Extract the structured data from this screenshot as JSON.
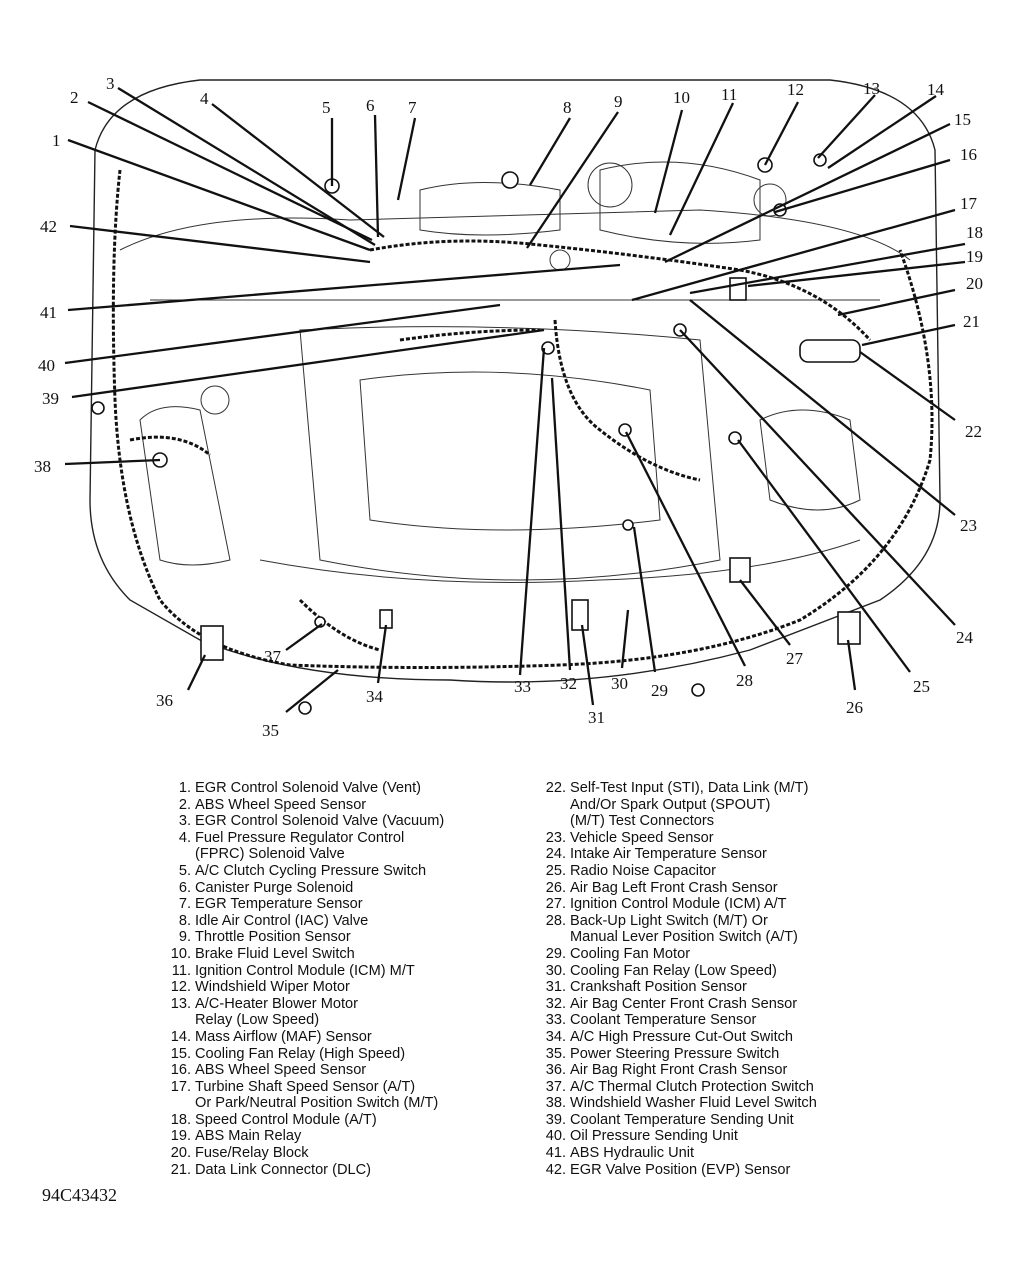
{
  "figure_id": "94C43432",
  "callouts": [
    {
      "n": "1",
      "label": "EGR Control Solenoid Valve (Vent)"
    },
    {
      "n": "2",
      "label": "ABS Wheel Speed Sensor"
    },
    {
      "n": "3",
      "label": "EGR Control Solenoid Valve (Vacuum)"
    },
    {
      "n": "4",
      "label": "Fuel Pressure Regulator Control\n(FPRC) Solenoid Valve"
    },
    {
      "n": "5",
      "label": "A/C Clutch Cycling Pressure Switch"
    },
    {
      "n": "6",
      "label": "Canister Purge Solenoid"
    },
    {
      "n": "7",
      "label": "EGR Temperature Sensor"
    },
    {
      "n": "8",
      "label": "Idle Air Control (IAC) Valve"
    },
    {
      "n": "9",
      "label": "Throttle Position Sensor"
    },
    {
      "n": "10",
      "label": "Brake Fluid Level Switch"
    },
    {
      "n": "11",
      "label": "Ignition Control Module (ICM) M/T"
    },
    {
      "n": "12",
      "label": "Windshield Wiper Motor"
    },
    {
      "n": "13",
      "label": "A/C-Heater Blower Motor\nRelay (Low Speed)"
    },
    {
      "n": "14",
      "label": "Mass Airflow (MAF) Sensor"
    },
    {
      "n": "15",
      "label": "Cooling Fan Relay (High Speed)"
    },
    {
      "n": "16",
      "label": "ABS Wheel Speed Sensor"
    },
    {
      "n": "17",
      "label": "Turbine Shaft Speed Sensor (A/T)\nOr Park/Neutral Position Switch (M/T)"
    },
    {
      "n": "18",
      "label": "Speed Control Module (A/T)"
    },
    {
      "n": "19",
      "label": "ABS Main Relay"
    },
    {
      "n": "20",
      "label": "Fuse/Relay Block"
    },
    {
      "n": "21",
      "label": "Data Link Connector (DLC)"
    },
    {
      "n": "22",
      "label": "Self-Test Input (STI), Data Link (M/T)\nAnd/Or Spark Output (SPOUT)\n(M/T) Test Connectors"
    },
    {
      "n": "23",
      "label": "Vehicle Speed Sensor"
    },
    {
      "n": "24",
      "label": "Intake Air Temperature Sensor"
    },
    {
      "n": "25",
      "label": "Radio Noise Capacitor"
    },
    {
      "n": "26",
      "label": "Air Bag Left Front Crash Sensor"
    },
    {
      "n": "27",
      "label": "Ignition Control Module (ICM) A/T"
    },
    {
      "n": "28",
      "label": "Back-Up Light Switch (M/T) Or\nManual Lever Position Switch (A/T)"
    },
    {
      "n": "29",
      "label": "Cooling Fan Motor"
    },
    {
      "n": "30",
      "label": "Cooling Fan Relay (Low Speed)"
    },
    {
      "n": "31",
      "label": "Crankshaft Position Sensor"
    },
    {
      "n": "32",
      "label": "Air Bag Center Front Crash Sensor"
    },
    {
      "n": "33",
      "label": "Coolant Temperature Sensor"
    },
    {
      "n": "34",
      "label": "A/C High Pressure Cut-Out Switch"
    },
    {
      "n": "35",
      "label": "Power Steering Pressure Switch"
    },
    {
      "n": "36",
      "label": "Air Bag Right Front Crash Sensor"
    },
    {
      "n": "37",
      "label": "A/C Thermal Clutch Protection Switch"
    },
    {
      "n": "38",
      "label": "Windshield Washer Fluid Level Switch"
    },
    {
      "n": "39",
      "label": "Coolant Temperature Sending Unit"
    },
    {
      "n": "40",
      "label": "Oil Pressure Sending Unit"
    },
    {
      "n": "41",
      "label": "ABS Hydraulic Unit"
    },
    {
      "n": "42",
      "label": "EGR Valve Position (EVP) Sensor"
    }
  ]
}
